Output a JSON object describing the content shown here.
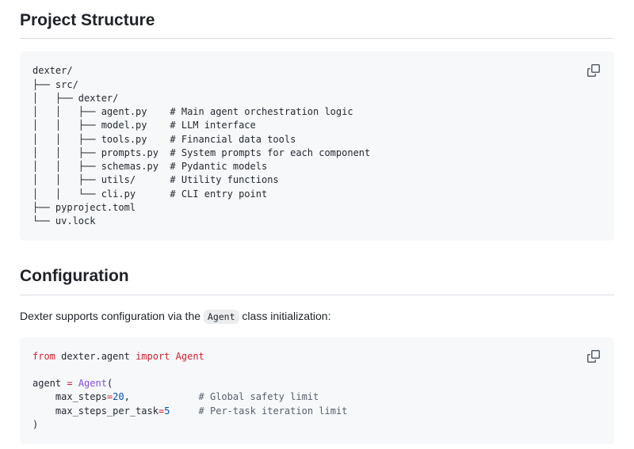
{
  "sections": [
    {
      "title": "Project Structure"
    },
    {
      "title": "Configuration"
    }
  ],
  "paragraph": {
    "text_before": "Dexter supports configuration via the ",
    "inline_code": "Agent",
    "text_after": " class initialization:"
  },
  "colors": {
    "code_background": "#f6f8fa",
    "heading_border": "#d8dee4",
    "text": "#1f2328",
    "keyword": "#cf222e",
    "function_entity": "#8250df",
    "number_constant": "#0550ae",
    "comment": "#57606a",
    "copy_icon": "#57606a"
  },
  "code_blocks": [
    {
      "name": "project-structure-tree",
      "language": "plain",
      "lines": [
        [
          {
            "t": "dexter/",
            "c": "plain"
          }
        ],
        [
          {
            "t": "├── src/",
            "c": "plain"
          }
        ],
        [
          {
            "t": "│   ├── dexter/",
            "c": "plain"
          }
        ],
        [
          {
            "t": "│   │   ├── agent.py    # Main agent orchestration logic",
            "c": "plain"
          }
        ],
        [
          {
            "t": "│   │   ├── model.py    # LLM interface",
            "c": "plain"
          }
        ],
        [
          {
            "t": "│   │   ├── tools.py    # Financial data tools",
            "c": "plain"
          }
        ],
        [
          {
            "t": "│   │   ├── prompts.py  # System prompts for each component",
            "c": "plain"
          }
        ],
        [
          {
            "t": "│   │   ├── schemas.py  # Pydantic models",
            "c": "plain"
          }
        ],
        [
          {
            "t": "│   │   ├── utils/      # Utility functions",
            "c": "plain"
          }
        ],
        [
          {
            "t": "│   │   └── cli.py      # CLI entry point",
            "c": "plain"
          }
        ],
        [
          {
            "t": "├── pyproject.toml",
            "c": "plain"
          }
        ],
        [
          {
            "t": "└── uv.lock",
            "c": "plain"
          }
        ]
      ]
    },
    {
      "name": "configuration-python",
      "language": "python",
      "lines": [
        [
          {
            "t": "from",
            "c": "k"
          },
          {
            "t": " dexter.agent ",
            "c": "plain"
          },
          {
            "t": "import",
            "c": "k"
          },
          {
            "t": " ",
            "c": "plain"
          },
          {
            "t": "Agent",
            "c": "k"
          }
        ],
        [],
        [
          {
            "t": "agent ",
            "c": "plain"
          },
          {
            "t": "=",
            "c": "k"
          },
          {
            "t": " ",
            "c": "plain"
          },
          {
            "t": "Agent",
            "c": "en"
          },
          {
            "t": "(",
            "c": "plain"
          }
        ],
        [
          {
            "t": "    max_steps",
            "c": "plain"
          },
          {
            "t": "=",
            "c": "k"
          },
          {
            "t": "20",
            "c": "c1"
          },
          {
            "t": ",            ",
            "c": "plain"
          },
          {
            "t": "# Global safety limit",
            "c": "c"
          }
        ],
        [
          {
            "t": "    max_steps_per_task",
            "c": "plain"
          },
          {
            "t": "=",
            "c": "k"
          },
          {
            "t": "5",
            "c": "c1"
          },
          {
            "t": "     ",
            "c": "plain"
          },
          {
            "t": "# Per-task iteration limit",
            "c": "c"
          }
        ],
        [
          {
            "t": ")",
            "c": "plain"
          }
        ]
      ]
    }
  ],
  "copy_button": {
    "icon": "copy-icon"
  }
}
